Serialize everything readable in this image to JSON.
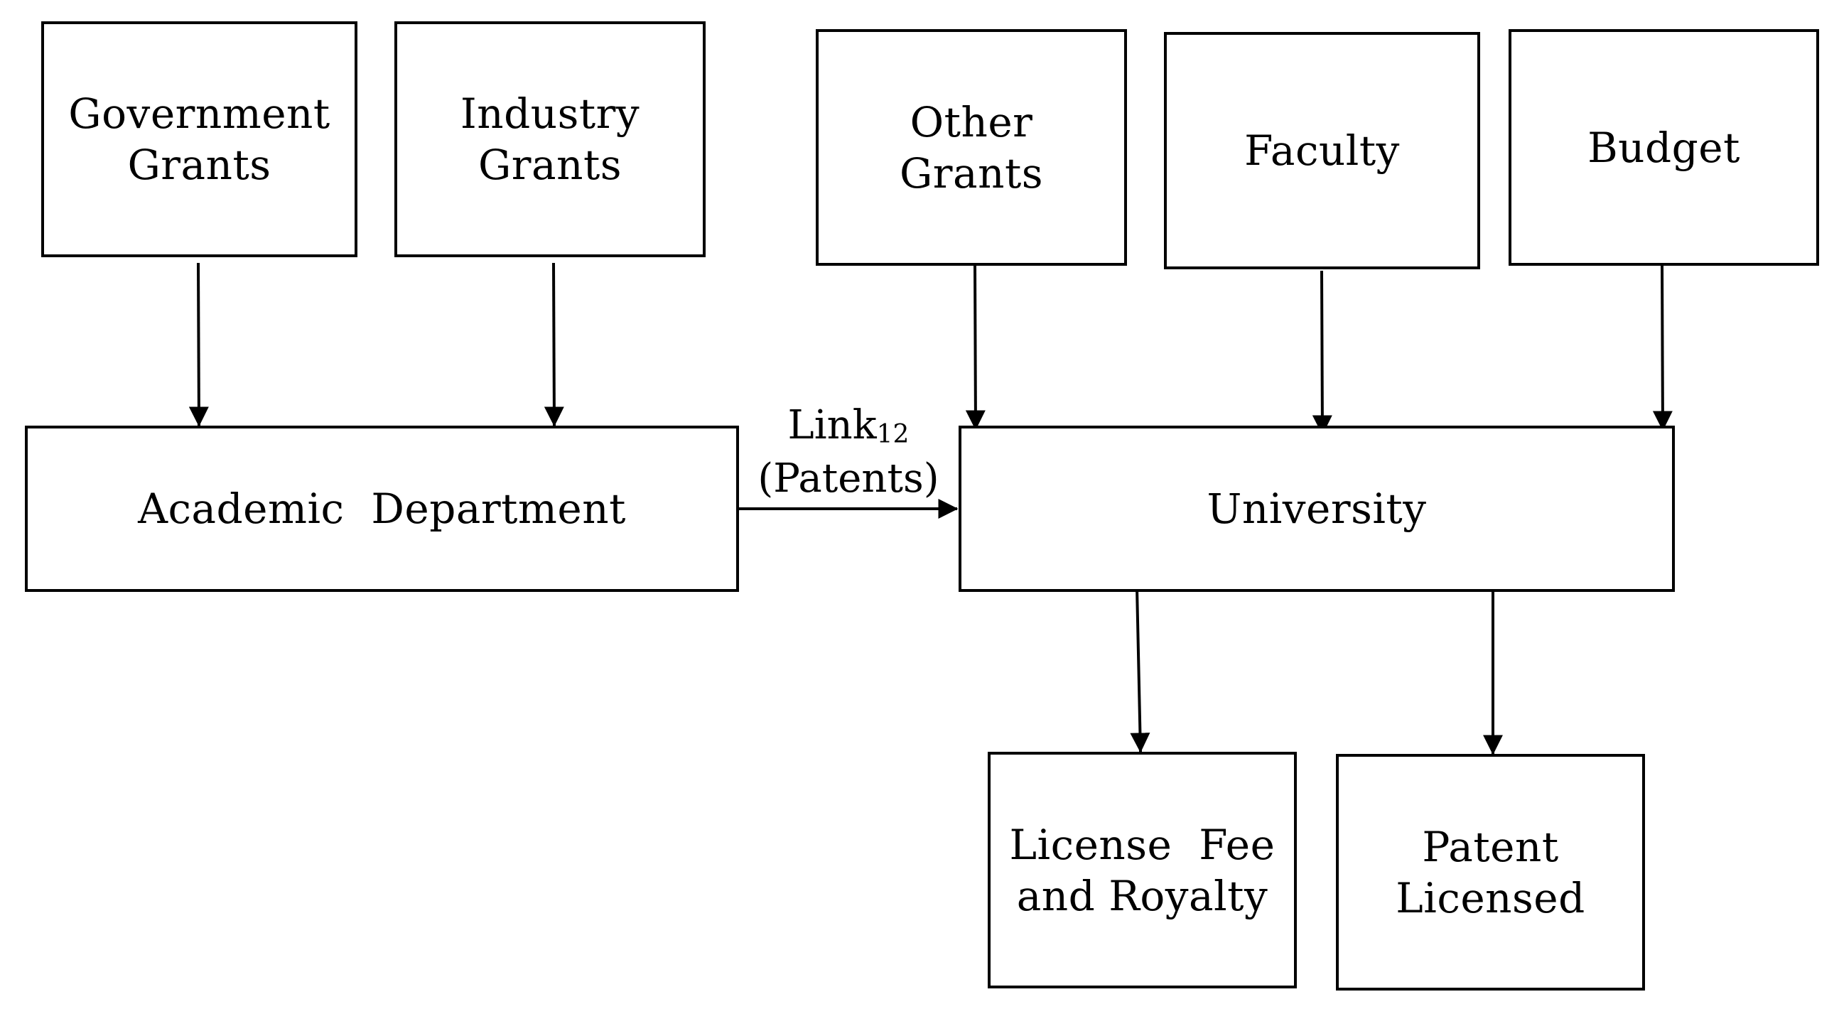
{
  "diagram": {
    "nodes": {
      "government_grants": {
        "line1": "Government",
        "line2": "Grants"
      },
      "industry_grants": {
        "line1": "Industry",
        "line2": "Grants"
      },
      "other_grants": {
        "line1": "Other",
        "line2": "Grants"
      },
      "faculty": {
        "label": "Faculty"
      },
      "budget": {
        "label": "Budget"
      },
      "academic_department": {
        "label": "Academic  Department"
      },
      "university": {
        "label": "University"
      },
      "license_fee_royalty": {
        "line1": "License  Fee",
        "line2": "and Royalty"
      },
      "patent_licensed": {
        "line1": "Patent",
        "line2": "Licensed"
      }
    },
    "edge_label": {
      "main": "Link",
      "subscript": "12",
      "note": "(Patents)"
    },
    "edges": [
      {
        "from": "government_grants",
        "to": "academic_department"
      },
      {
        "from": "industry_grants",
        "to": "academic_department"
      },
      {
        "from": "other_grants",
        "to": "university"
      },
      {
        "from": "faculty",
        "to": "university"
      },
      {
        "from": "budget",
        "to": "university"
      },
      {
        "from": "academic_department",
        "to": "university"
      },
      {
        "from": "university",
        "to": "license_fee_royalty"
      },
      {
        "from": "university",
        "to": "patent_licensed"
      }
    ],
    "colors": {
      "stroke": "#000000",
      "fill": "#ffffff",
      "text": "#000000"
    }
  }
}
